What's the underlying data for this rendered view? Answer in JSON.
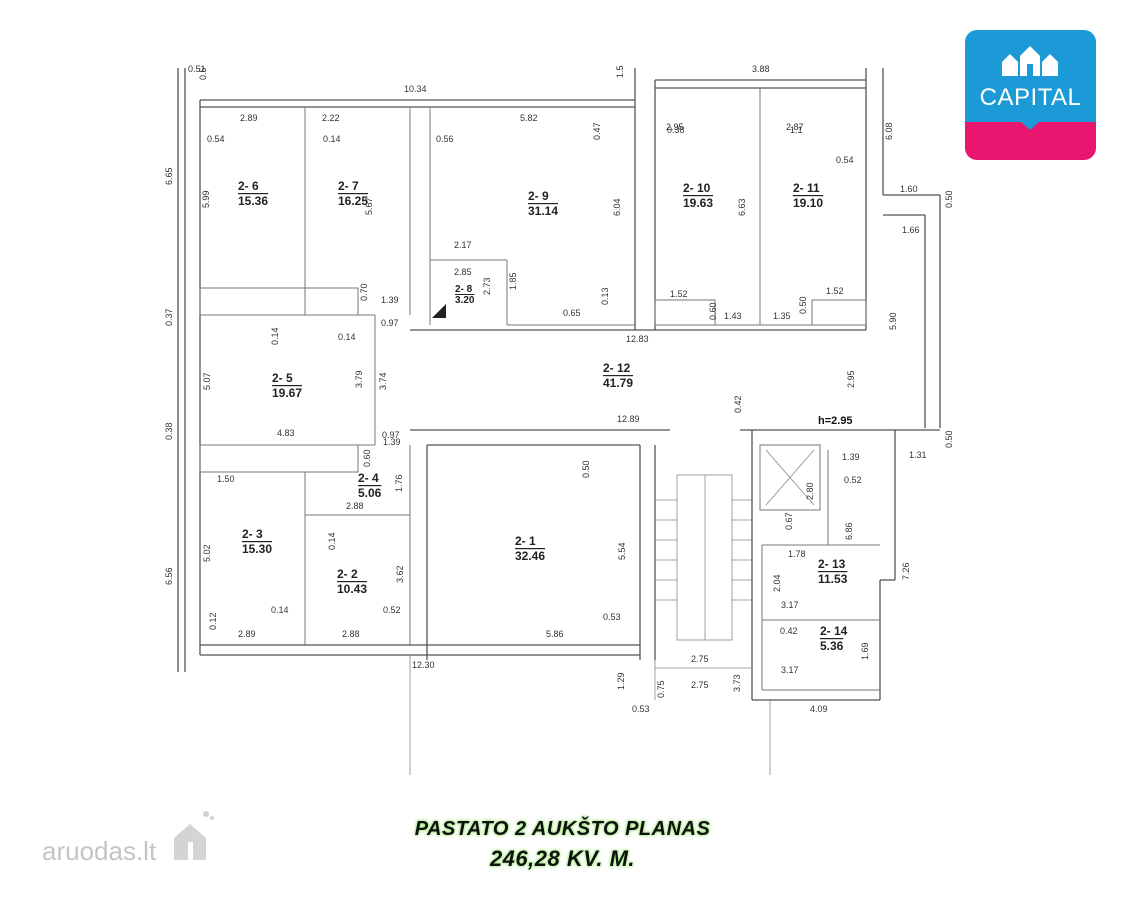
{
  "brand": {
    "name": "CAPITAL",
    "accent": "#1b9ad7",
    "secondary": "#e8166e"
  },
  "watermark": {
    "text": "aruodas.lt"
  },
  "caption": {
    "title": "PASTATO 2 AUKŠTO PLANAS",
    "area": "246,28  KV. M."
  },
  "rooms": [
    {
      "id": "2- 6",
      "area": "15.36"
    },
    {
      "id": "2- 7",
      "area": "16.25"
    },
    {
      "id": "2- 9",
      "area": "31.14"
    },
    {
      "id": "2- 10",
      "area": "19.63"
    },
    {
      "id": "2- 11",
      "area": "19.10"
    },
    {
      "id": "2- 8",
      "area": "3.20"
    },
    {
      "id": "2- 5",
      "area": "19.67"
    },
    {
      "id": "2- 12",
      "area": "41.79"
    },
    {
      "id": "2- 4",
      "area": "5.06"
    },
    {
      "id": "2- 3",
      "area": "15.30"
    },
    {
      "id": "2- 2",
      "area": "10.43"
    },
    {
      "id": "2- 1",
      "area": "32.46"
    },
    {
      "id": "2- 13",
      "area": "11.53"
    },
    {
      "id": "2- 14",
      "area": "5.36"
    }
  ],
  "dimensions": [
    "0.51",
    "0.5",
    "10.34",
    "1.5",
    "3.88",
    "2.89",
    "2.22",
    "5.82",
    "2.95",
    "2.87",
    "0.54",
    "0.14",
    "0.56",
    "0.47",
    "0.38",
    "1.1",
    "6.08",
    "0.54",
    "6.65",
    "5.99",
    "5.67",
    "6.04",
    "6.63",
    "1.60",
    "0.50",
    "1.66",
    "2.17",
    "2.85",
    "2.73",
    "1.85",
    "0.13",
    "0.65",
    "1.52",
    "0.60",
    "1.43",
    "1.35",
    "0.50",
    "1.52",
    "0.70",
    "1.39",
    "0.97",
    "12.83",
    "5.90",
    "0.37",
    "0.14",
    "0.14",
    "5.07",
    "3.79",
    "3.74",
    "2.95",
    "h=2.95",
    "0.42",
    "12.89",
    "4.83",
    "0.38",
    "0.97",
    "1.39",
    "0.50",
    "1.39",
    "0.52",
    "1.31",
    "0.50",
    "1.50",
    "0.60",
    "1.76",
    "2.88",
    "2.80",
    "6.86",
    "0.14",
    "0.67",
    "1.78",
    "6.56",
    "5.02",
    "3.62",
    "5.54",
    "2.04",
    "7.26",
    "0.14",
    "0.52",
    "0.53",
    "3.17",
    "0.42",
    "1.69",
    "0.12",
    "2.89",
    "2.88",
    "5.86",
    "3.17",
    "12.30",
    "2.75",
    "2.75",
    "1.29",
    "0.75",
    "3.73",
    "0.53",
    "4.09"
  ]
}
